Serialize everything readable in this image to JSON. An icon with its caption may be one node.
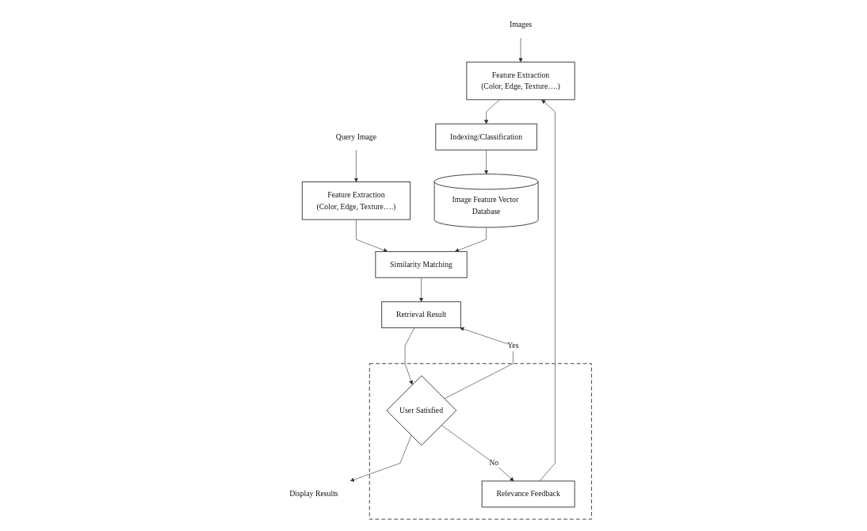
{
  "diagram": {
    "nodes": [
      {
        "text": [
          "Images"
        ]
      },
      {
        "text": [
          "Query Image"
        ]
      },
      {
        "text": [
          "Feature Extraction",
          "(Color, Edge, Texture….)"
        ]
      },
      {
        "text": [
          "Feature Extraction",
          "(Color, Edge, Texture….)"
        ]
      },
      {
        "text": [
          "Indexing/Classification"
        ]
      },
      {
        "text": [
          "Similarity Matching"
        ]
      },
      {
        "text": [
          "Image Feature Vector Database"
        ]
      },
      {
        "text": [
          "Retrieval Result"
        ]
      },
      {
        "text": [
          "Display Results"
        ]
      },
      {
        "text": [],
        "shape": "box"
      },
      {
        "text": [
          "User Satisfied"
        ],
        "in": 9
      },
      {
        "text": [
          "Relevance Feedback"
        ],
        "in": 9
      }
    ],
    "edges": [
      {
        "from": 0,
        "to": 2,
        "arrow": "to"
      },
      {
        "from": 1,
        "to": 3,
        "arrow": "to"
      },
      {
        "from": 2,
        "to": 4,
        "arrow": "to"
      },
      {
        "from": 4,
        "to": 6,
        "arrow": "to"
      },
      {
        "from": 6,
        "to": 5,
        "arrow": "to"
      },
      {
        "from": 3,
        "to": 5,
        "arrow": "to"
      },
      {
        "from": 5,
        "to": 7,
        "arrow": "to"
      },
      {
        "from": 7,
        "to": 10,
        "arrow": "to"
      },
      {
        "from": 10,
        "to": 7,
        "label": "Yes",
        "arrow": "to"
      },
      {
        "from": 10,
        "to": 8,
        "arrow": "to"
      },
      {
        "from": 10,
        "to": 11,
        "label": "No",
        "arrow": "to"
      },
      {
        "from": 11,
        "to": 2,
        "arrow": "to"
      }
    ]
  }
}
